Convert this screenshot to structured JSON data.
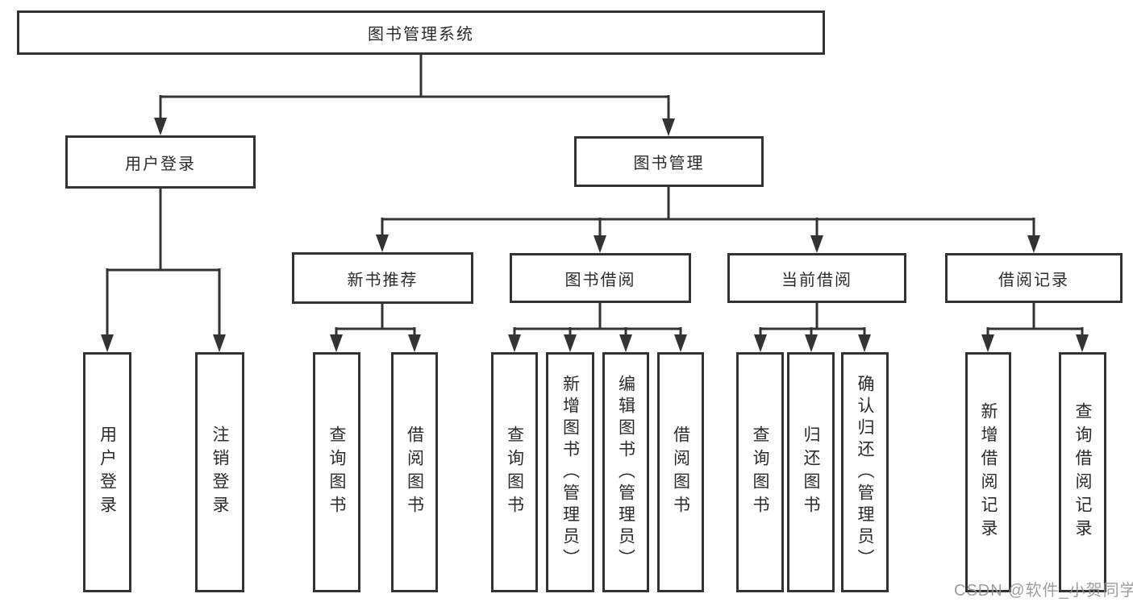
{
  "diagram": {
    "type": "hierarchy-tree",
    "root": {
      "label": "图书管理系统",
      "children": [
        {
          "label": "用户登录",
          "children": [
            {
              "label": "用户登录"
            },
            {
              "label": "注销登录"
            }
          ]
        },
        {
          "label": "图书管理",
          "children": [
            {
              "label": "新书推荐",
              "children": [
                {
                  "label": "查询图书"
                },
                {
                  "label": "借阅图书"
                }
              ]
            },
            {
              "label": "图书借阅",
              "children": [
                {
                  "label": "查询图书"
                },
                {
                  "label": "新增图书（管理员）"
                },
                {
                  "label": "编辑图书（管理员）"
                },
                {
                  "label": "借阅图书"
                }
              ]
            },
            {
              "label": "当前借阅",
              "children": [
                {
                  "label": "查询图书"
                },
                {
                  "label": "归还图书"
                },
                {
                  "label": "确认归还（管理员）"
                }
              ]
            },
            {
              "label": "借阅记录",
              "children": [
                {
                  "label": "新增借阅记录"
                },
                {
                  "label": "查询借阅记录"
                }
              ]
            }
          ]
        }
      ]
    }
  },
  "watermark": {
    "text": "CSDN @软件_小贺同学"
  },
  "colors": {
    "line": "#333333",
    "box_border": "#333333",
    "text": "#2b2b2b",
    "watermark": "#949494",
    "background": "#ffffff"
  }
}
